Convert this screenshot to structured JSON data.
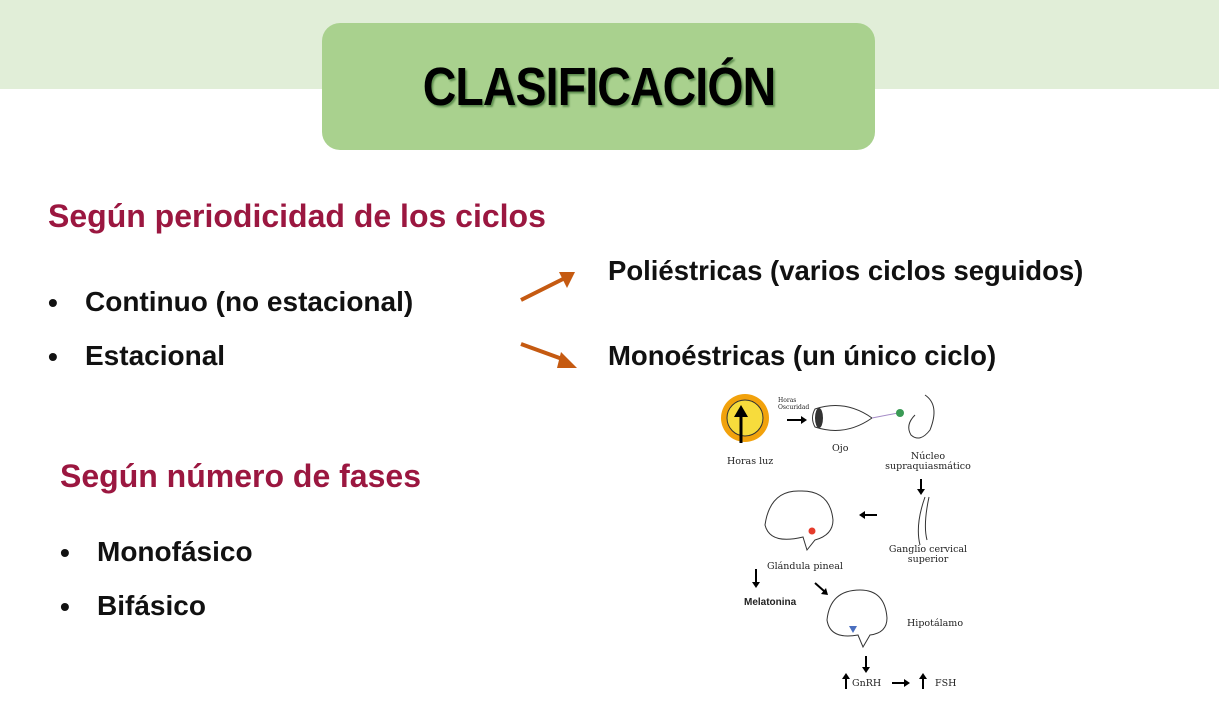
{
  "title": "CLASIFICACIÓN",
  "section1": {
    "heading": "Según periodicidad de los ciclos",
    "bullets": [
      "Continuo (no estacional)",
      "Estacional"
    ],
    "results": [
      "Poliéstricas (varios ciclos seguidos)",
      "Monoéstricas (un único ciclo)"
    ]
  },
  "section2": {
    "heading": "Según número de fases",
    "bullets": [
      "Monofásico",
      "Bifásico"
    ]
  },
  "diagram": {
    "horas_oscuridad": [
      "Horas",
      "Oscuridad"
    ],
    "horas_luz": "Horas luz",
    "ojo": "Ojo",
    "nucleo": [
      "Núcleo",
      "supraquiasmático"
    ],
    "ganglio": [
      "Ganglio cervical",
      "superior"
    ],
    "glandula": "Glándula pineal",
    "melatonina": "Melatonina",
    "hipotalamo": "Hipotálamo",
    "gnrh": "GnRH",
    "fsh": "FSH"
  },
  "colors": {
    "heading": "#9b1740",
    "arrow": "#c55a11",
    "title_box": "#a9d18e",
    "band": "#e1eed8"
  }
}
